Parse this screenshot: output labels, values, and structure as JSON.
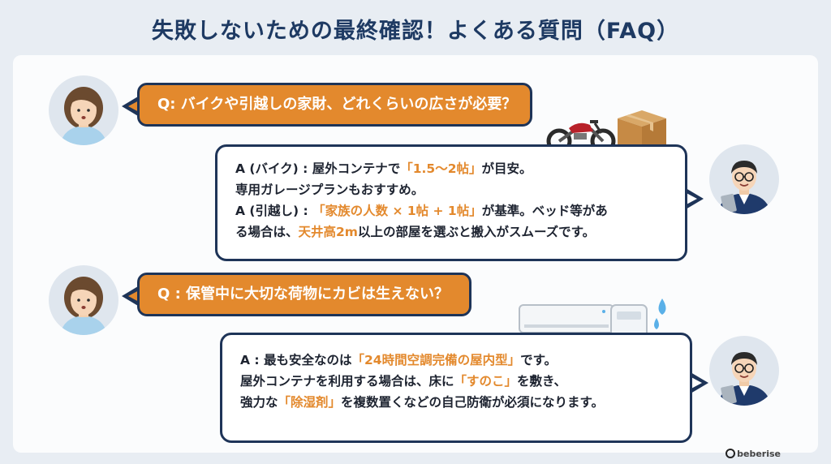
{
  "title": "失敗しないための最終確認！よくある質問（FAQ）",
  "faq": [
    {
      "question": "Q: バイクや引越しの家財、どれくらいの広さが必要？",
      "answer_lines": [
        [
          {
            "t": "A (バイク) : 屋外コンテナで"
          },
          {
            "t": "「1.5〜2帖」",
            "hl": true
          },
          {
            "t": "が目安。"
          }
        ],
        [
          {
            "t": "専用ガレージプランもおすすめ。"
          }
        ],
        [
          {
            "t": "A (引越し) : "
          },
          {
            "t": "「家族の人数 × 1帖 + 1帖」",
            "hl": true
          },
          {
            "t": "が基準。ベッド等があ"
          }
        ],
        [
          {
            "t": "る場合は、"
          },
          {
            "t": "天井高2m",
            "hl": true
          },
          {
            "t": "以上の部屋を選ぶと搬入がスムーズです。"
          }
        ]
      ]
    },
    {
      "question": "Q : 保管中に大切な荷物にカビは生えない？",
      "answer_lines": [
        [
          {
            "t": "A : 最も安全なのは"
          },
          {
            "t": "「24時間空調完備の屋内型」",
            "hl": true
          },
          {
            "t": "です。"
          }
        ],
        [
          {
            "t": "屋外コンテナを利用する場合は、床に"
          },
          {
            "t": "「すのこ」",
            "hl": true
          },
          {
            "t": "を敷き、"
          }
        ],
        [
          {
            "t": "強力な"
          },
          {
            "t": "「除湿剤」",
            "hl": true
          },
          {
            "t": "を複数置くなどの自己防衛が必須になります。"
          }
        ]
      ]
    }
  ],
  "logo": "beberise",
  "colors": {
    "accent": "#e3892d",
    "navy": "#1e3458",
    "background": "#e8edf3"
  },
  "icons": [
    "woman-avatar-icon",
    "man-avatar-icon",
    "motorcycle-icon",
    "cardboard-box-icon",
    "air-conditioner-icon",
    "dehumidifier-icon",
    "water-drop-icon"
  ]
}
